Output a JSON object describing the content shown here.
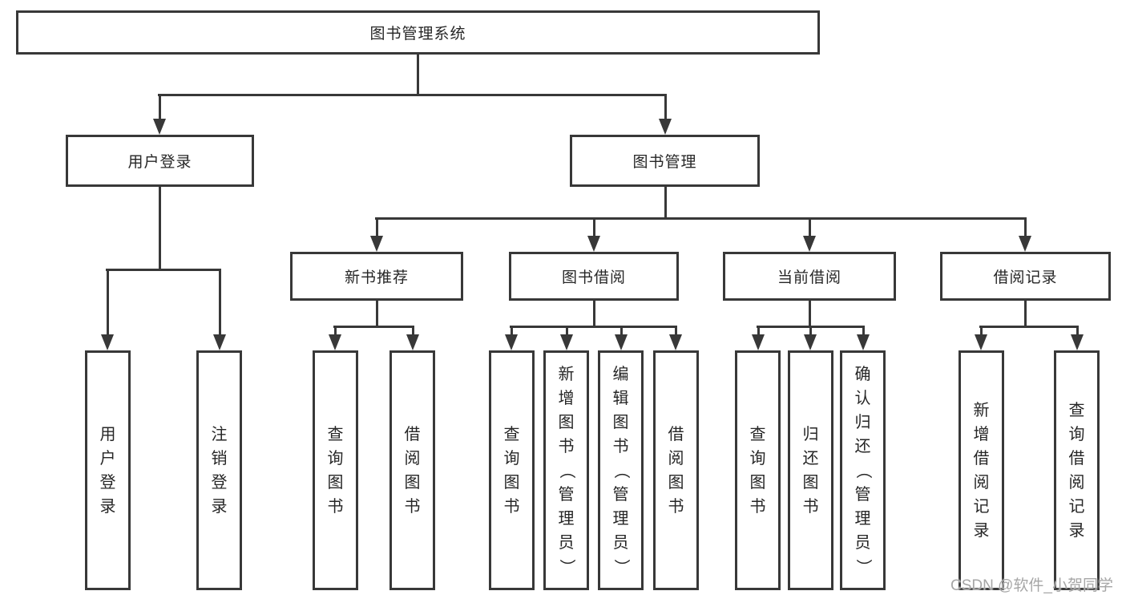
{
  "tree": {
    "root_label": "图书管理系统",
    "branches": [
      {
        "label": "用户登录",
        "children": [
          {
            "label": "用户登录"
          },
          {
            "label": "注销登录"
          }
        ]
      },
      {
        "label": "图书管理",
        "children": [
          {
            "label": "新书推荐",
            "children": [
              {
                "label": "查询图书"
              },
              {
                "label": "借阅图书"
              }
            ]
          },
          {
            "label": "图书借阅",
            "children": [
              {
                "label": "查询图书"
              },
              {
                "label": "新增图书（管理员）"
              },
              {
                "label": "编辑图书（管理员）"
              },
              {
                "label": "借阅图书"
              }
            ]
          },
          {
            "label": "当前借阅",
            "children": [
              {
                "label": "查询图书"
              },
              {
                "label": "归还图书"
              },
              {
                "label": "确认归还（管理员）"
              }
            ]
          },
          {
            "label": "借阅记录",
            "children": [
              {
                "label": "新增借阅记录"
              },
              {
                "label": "查询借阅记录"
              }
            ]
          }
        ]
      }
    ]
  },
  "watermark": "CSDN @软件_小贺同学",
  "colors": {
    "line": "#383838",
    "text": "#262626",
    "watermark": "#a6a6a6",
    "background": "#ffffff"
  }
}
